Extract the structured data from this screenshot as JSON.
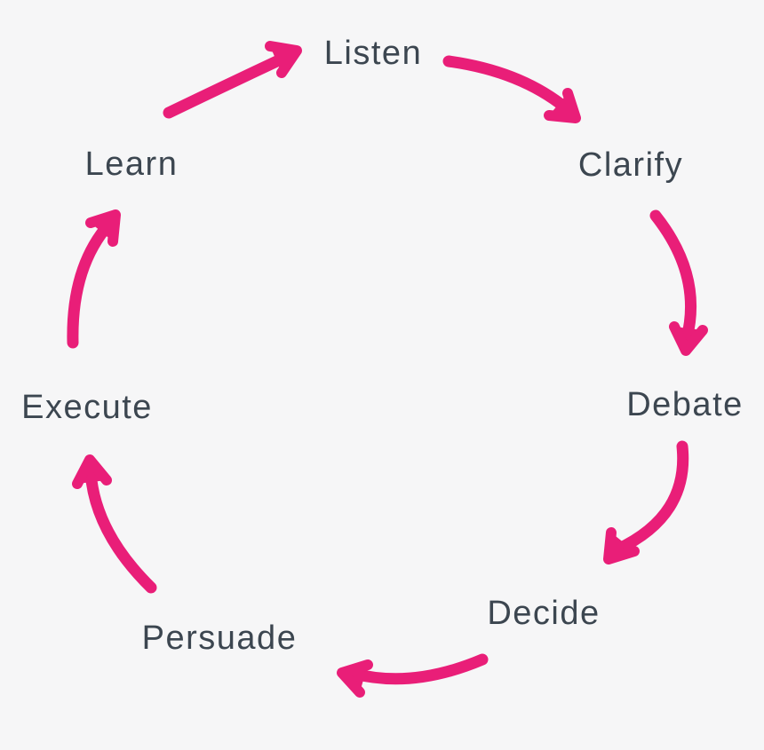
{
  "colors": {
    "bg_color": "#f6f6f7",
    "arrow_color": "#e91e78",
    "text_color": "#3c4650"
  },
  "diagram": {
    "type": "cycle",
    "direction": "clockwise",
    "steps": [
      {
        "label": "Listen"
      },
      {
        "label": "Clarify"
      },
      {
        "label": "Debate"
      },
      {
        "label": "Decide"
      },
      {
        "label": "Persuade"
      },
      {
        "label": "Execute"
      },
      {
        "label": "Learn"
      }
    ],
    "connections": [
      {
        "from": "Listen",
        "to": "Clarify"
      },
      {
        "from": "Clarify",
        "to": "Debate"
      },
      {
        "from": "Debate",
        "to": "Decide"
      },
      {
        "from": "Decide",
        "to": "Persuade"
      },
      {
        "from": "Persuade",
        "to": "Execute"
      },
      {
        "from": "Execute",
        "to": "Learn"
      },
      {
        "from": "Learn",
        "to": "Listen"
      }
    ]
  }
}
